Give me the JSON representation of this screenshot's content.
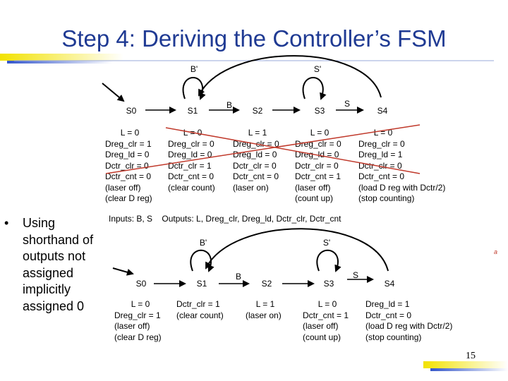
{
  "title": "Step 4: Deriving the Controller’s FSM",
  "colors": {
    "title": "#1f3a93",
    "strike": "#c0392b",
    "deco_yellow": "#f2e200",
    "deco_blue": "#3355cc"
  },
  "top_fsm": {
    "loop_b_not": "B'",
    "loop_s_not": "S'",
    "trans_b": "B",
    "trans_s": "S",
    "states": [
      "S0",
      "S1",
      "S2",
      "S3",
      "S4"
    ],
    "outputs": [
      [
        "L = 0",
        "Dreg_clr = 1",
        "Dreg_ld = 0",
        "Dctr_clr = 0",
        "Dctr_cnt = 0",
        "(laser off)",
        "(clear D reg)"
      ],
      [
        "L = 0",
        "Dreg_clr = 0",
        "Dreg_ld = 0",
        "Dctr_clr = 1",
        "Dctr_cnt = 0",
        "(clear count)"
      ],
      [
        "L = 1",
        "Dreg_clr = 0",
        "Dreg_ld = 0",
        "Dctr_clr = 0",
        "Dctr_cnt = 0",
        "(laser on)"
      ],
      [
        "L = 0",
        "Dreg_clr = 0",
        "Dreg_ld = 0",
        "Dctr_clr = 0",
        "Dctr_cnt = 1",
        "(laser off)",
        "(count up)"
      ],
      [
        "L = 0",
        "Dreg_clr = 0",
        "Dreg_ld = 1",
        "Dctr_clr = 0",
        "Dctr_cnt = 0",
        "(load D reg with Dctr/2)",
        "(stop counting)"
      ]
    ]
  },
  "io_line": "Inputs: B, S    Outputs: L, Dreg_clr, Dreg_ld, Dctr_clr, Dctr_cnt",
  "bullet": {
    "marker": "•",
    "text": [
      "Using",
      "shorthand of",
      "outputs not",
      "assigned",
      "implicitly",
      "assigned 0"
    ]
  },
  "bottom_fsm": {
    "loop_b_not": "B'",
    "loop_s_not": "S'",
    "trans_b": "B",
    "trans_s": "S",
    "states": [
      "S0",
      "S1",
      "S2",
      "S3",
      "S4"
    ],
    "outputs": [
      [
        "L = 0",
        "Dreg_clr = 1",
        "(laser off)",
        "(clear D reg)"
      ],
      [
        "Dctr_clr = 1",
        "(clear count)"
      ],
      [
        "L = 1",
        "(laser on)"
      ],
      [
        "L = 0",
        "Dctr_cnt = 1",
        "(laser off)",
        "(count up)"
      ],
      [
        "Dreg_ld = 1",
        "Dctr_cnt = 0",
        "(load D reg with Dctr/2)",
        "(stop counting)"
      ]
    ],
    "side_mark": "a"
  },
  "page_number": "15"
}
